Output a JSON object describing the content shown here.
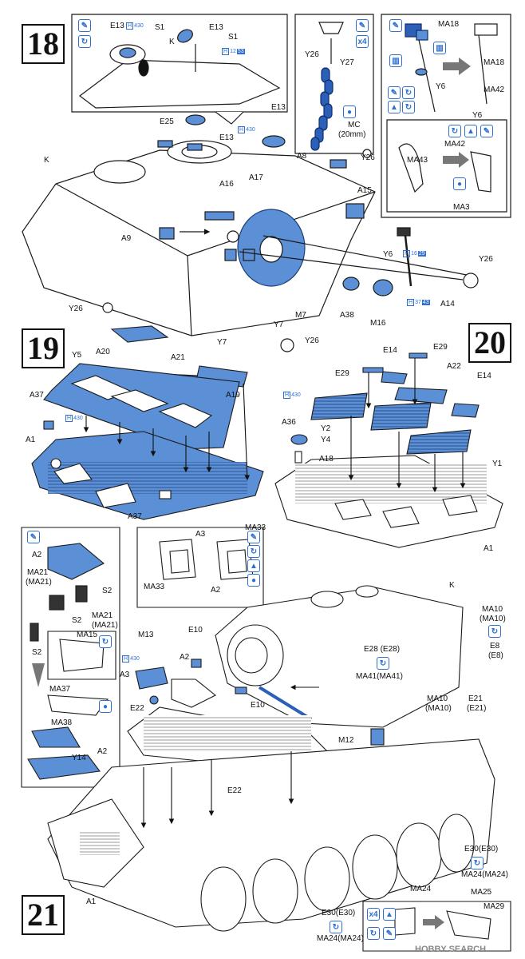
{
  "steps": [
    "18",
    "19",
    "20",
    "21"
  ],
  "colors": {
    "part_fill": "#5b8fd6",
    "line": "#1a1a1a",
    "icon": "#2f6fd0"
  },
  "step18": {
    "inset_labels": [
      "E13",
      "S1",
      "E13",
      "S1",
      "K"
    ],
    "inset_badge": {
      "h": "H",
      "count": "430"
    },
    "inset_badge2": {
      "h": "H",
      "count": "12",
      "num": "53"
    },
    "chain_labels": [
      "Y26",
      "Y27",
      "MC",
      "(20mm)"
    ],
    "chain_count": "x4",
    "lamp_labels": [
      "MA18",
      "MA18",
      "Y6",
      "MA42",
      "Y6",
      "MA42",
      "MA43",
      "MA3"
    ],
    "main_labels": [
      "K",
      "E25",
      "E13",
      "E13",
      "A8",
      "Y26",
      "A15",
      "A16",
      "A17",
      "A9",
      "Y26",
      "Y7",
      "Y7",
      "M7",
      "A38",
      "M16",
      "Y26",
      "Y6",
      "A14",
      "Y26"
    ],
    "main_badges": [
      {
        "h": "H",
        "count": "430"
      },
      {
        "h": "H",
        "count": "16",
        "num": "29"
      },
      {
        "h": "H",
        "count": "37",
        "num": "43"
      }
    ]
  },
  "step19": {
    "labels": [
      "A20",
      "A21",
      "Y5",
      "A19",
      "A37",
      "A1",
      "A37"
    ],
    "badge": {
      "h": "H",
      "count": "430"
    }
  },
  "step20": {
    "labels": [
      "E14",
      "E29",
      "E29",
      "A22",
      "E14",
      "Y2",
      "Y4",
      "A36",
      "A18",
      "Y1",
      "A1"
    ],
    "badge": {
      "h": "H",
      "count": "430"
    }
  },
  "step21": {
    "left_labels": [
      "A2",
      "MA21",
      "(MA21)",
      "S2",
      "MA21",
      "(MA21)",
      "S2",
      "S2",
      "MA15",
      "MA37",
      "MA38",
      "Y14",
      "A2"
    ],
    "hatch_labels": [
      "A3",
      "MA33",
      "MA33",
      "A2"
    ],
    "main_labels": [
      "K",
      "M13",
      "E10",
      "A2",
      "A3",
      "E22",
      "E10",
      "E28 (E28)",
      "MA41(MA41)",
      "M12",
      "E22",
      "MA10",
      "(MA10)",
      "E8",
      "(E8)",
      "MA10",
      "(MA10)",
      "E21",
      "(E21)",
      "E30(E30)",
      "MA24(MA24)",
      "A1",
      "E30(E30)",
      "MA24(MA24)"
    ],
    "detail_labels": [
      "MA24",
      "MA25",
      "MA29"
    ],
    "detail_count": "x4",
    "badge": {
      "h": "H",
      "count": "430"
    }
  },
  "watermark": "HOBBY SEARCH"
}
